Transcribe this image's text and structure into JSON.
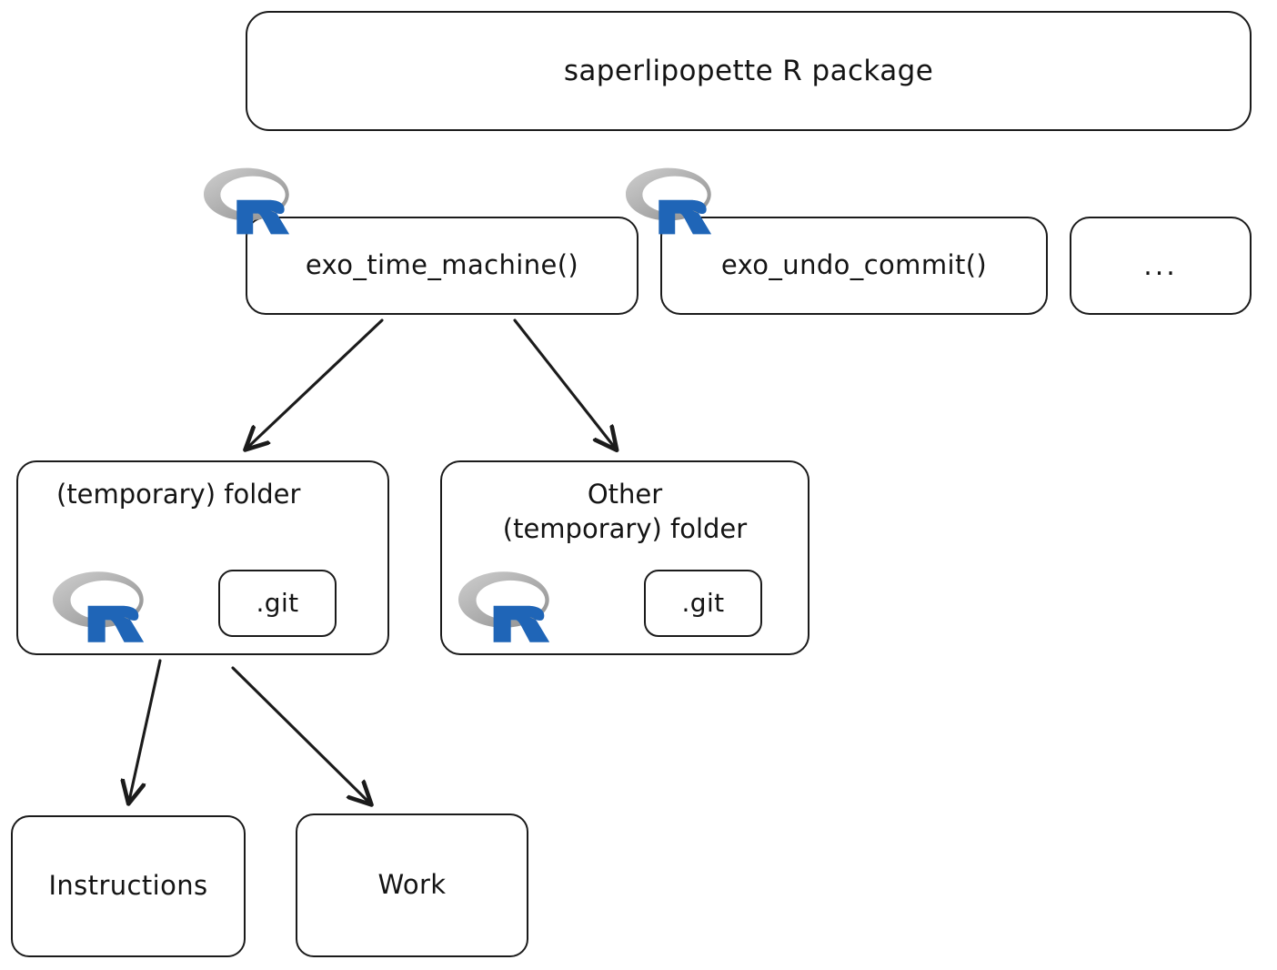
{
  "diagram": {
    "type": "flowchart",
    "title": "saperlipopette R package structure",
    "background_color": "#ffffff",
    "stroke_color": "#1b1b1b",
    "r_logo_blue": "#1f65b7",
    "r_logo_gray": "#9b9b9b",
    "nodes": [
      {
        "id": "package",
        "label": "saperlipopette R package",
        "icon": null
      },
      {
        "id": "fn_time",
        "label": "exo_time_machine()",
        "icon": "r-logo-icon"
      },
      {
        "id": "fn_undo",
        "label": "exo_undo_commit()",
        "icon": "r-logo-icon"
      },
      {
        "id": "fn_more",
        "label": "...",
        "icon": null
      },
      {
        "id": "folder_a",
        "label": "(temporary) folder",
        "icon": "r-logo-icon",
        "child": ".git"
      },
      {
        "id": "folder_b",
        "label": "Other\n(temporary) folder",
        "icon": "r-logo-icon",
        "child": ".git"
      },
      {
        "id": "instructions",
        "label": "Instructions",
        "icon": null
      },
      {
        "id": "work",
        "label": "Work",
        "icon": null
      }
    ],
    "edges": [
      {
        "from": "fn_time",
        "to": "folder_a",
        "style": "arrow"
      },
      {
        "from": "fn_time",
        "to": "folder_b",
        "style": "arrow"
      },
      {
        "from": "folder_a",
        "to": "instructions",
        "style": "arrow"
      },
      {
        "from": "folder_a",
        "to": "work",
        "style": "arrow"
      }
    ]
  },
  "package_box": {
    "label": "saperlipopette R package"
  },
  "functions": {
    "time_machine": {
      "label": "exo_time_machine()",
      "icon": "r-logo-icon"
    },
    "undo_commit": {
      "label": "exo_undo_commit()",
      "icon": "r-logo-icon"
    },
    "more": {
      "label": "..."
    }
  },
  "folders": {
    "temp": {
      "label": "(temporary) folder",
      "icon": "r-logo-icon",
      "git_label": ".git"
    },
    "other": {
      "label": "Other\n(temporary) folder",
      "icon": "r-logo-icon",
      "git_label": ".git"
    }
  },
  "outputs": {
    "instructions": {
      "label": "Instructions"
    },
    "work": {
      "label": "Work"
    }
  }
}
